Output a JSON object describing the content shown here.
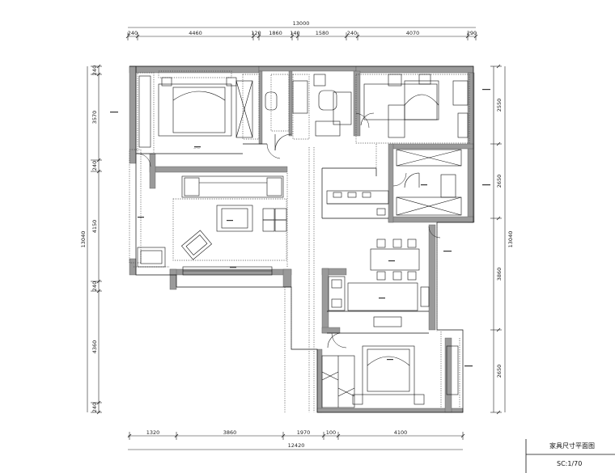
{
  "drawing": {
    "title": "家具尺寸平面图",
    "scale": "SC:1/70",
    "colors": {
      "line": "#111111",
      "wall": "#9a9a9a",
      "dotted": "#444444"
    },
    "dims_top_total": "13000",
    "dims_top": [
      "240",
      "4460",
      "120",
      "1860",
      "140",
      "1580",
      "240",
      "4070",
      "290"
    ],
    "dims_bottom_total": "12420",
    "dims_bottom": [
      "1320",
      "3860",
      "1970",
      "100",
      "4100"
    ],
    "dims_left_total": "13040",
    "dims_left": [
      "240",
      "3570",
      "240",
      "4150",
      "240",
      "4360",
      "240"
    ],
    "dims_right_total": "13040",
    "dims_right": [
      "2550",
      "2650",
      "3860",
      "2650"
    ]
  }
}
